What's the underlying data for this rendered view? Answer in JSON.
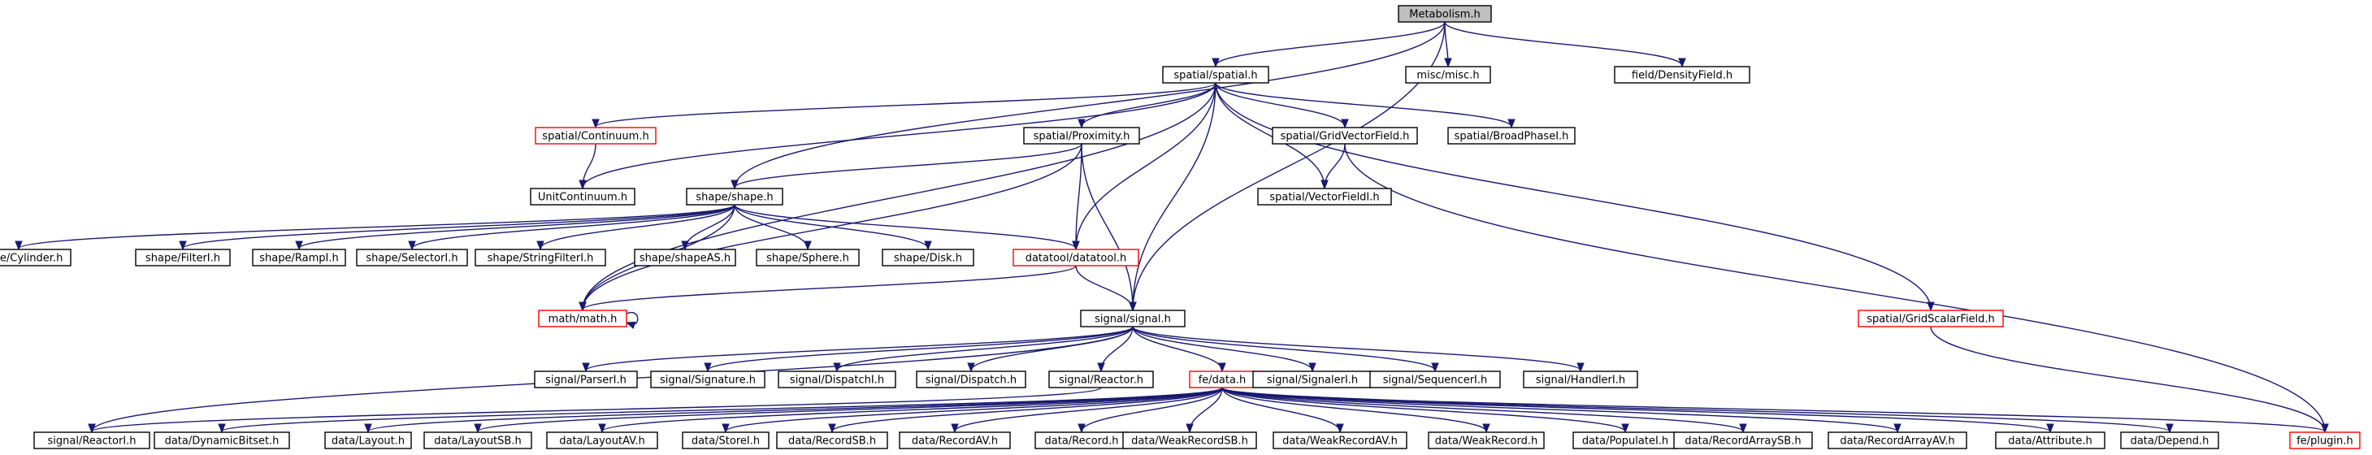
{
  "graph_title": "Metabolism.h",
  "colors": {
    "edge": "#191970",
    "normal_border": "#000000",
    "red_border": "#ff0000",
    "root_fill": "#bfbfbf"
  },
  "nodes": [
    {
      "id": "metabolism",
      "label": "Metabolism.h",
      "style": "root"
    },
    {
      "id": "spatial",
      "label": "spatial/spatial.h",
      "style": "normal"
    },
    {
      "id": "misc",
      "label": "misc/misc.h",
      "style": "normal"
    },
    {
      "id": "densityfield",
      "label": "field/DensityField.h",
      "style": "normal"
    },
    {
      "id": "continuum",
      "label": "spatial/Continuum.h",
      "style": "red"
    },
    {
      "id": "proximity",
      "label": "spatial/Proximity.h",
      "style": "normal"
    },
    {
      "id": "gridvector",
      "label": "spatial/GridVectorField.h",
      "style": "normal"
    },
    {
      "id": "broadphase",
      "label": "spatial/BroadPhaseI.h",
      "style": "normal"
    },
    {
      "id": "unitcontinuum",
      "label": "UnitContinuum.h",
      "style": "normal"
    },
    {
      "id": "shape",
      "label": "shape/shape.h",
      "style": "normal"
    },
    {
      "id": "vectorfieldi",
      "label": "spatial/VectorFieldI.h",
      "style": "normal"
    },
    {
      "id": "cylinder",
      "label": "shape/Cylinder.h",
      "style": "normal"
    },
    {
      "id": "filteri",
      "label": "shape/FilterI.h",
      "style": "normal"
    },
    {
      "id": "rampi",
      "label": "shape/RampI.h",
      "style": "normal"
    },
    {
      "id": "selectori",
      "label": "shape/SelectorI.h",
      "style": "normal"
    },
    {
      "id": "stringfilteri",
      "label": "shape/StringFilterI.h",
      "style": "normal"
    },
    {
      "id": "shapeas",
      "label": "shape/shapeAS.h",
      "style": "normal"
    },
    {
      "id": "sphere",
      "label": "shape/Sphere.h",
      "style": "normal"
    },
    {
      "id": "disk",
      "label": "shape/Disk.h",
      "style": "normal"
    },
    {
      "id": "datatool",
      "label": "datatool/datatool.h",
      "style": "red"
    },
    {
      "id": "gridscalar",
      "label": "spatial/GridScalarField.h",
      "style": "red"
    },
    {
      "id": "math",
      "label": "math/math.h",
      "style": "red"
    },
    {
      "id": "signal",
      "label": "signal/signal.h",
      "style": "normal"
    },
    {
      "id": "parseri",
      "label": "signal/ParserI.h",
      "style": "normal"
    },
    {
      "id": "signature",
      "label": "signal/Signature.h",
      "style": "normal"
    },
    {
      "id": "dispatchi",
      "label": "signal/DispatchI.h",
      "style": "normal"
    },
    {
      "id": "dispatch",
      "label": "signal/Dispatch.h",
      "style": "normal"
    },
    {
      "id": "reactor",
      "label": "signal/Reactor.h",
      "style": "normal"
    },
    {
      "id": "fedata",
      "label": "fe/data.h",
      "style": "red"
    },
    {
      "id": "signaleri",
      "label": "signal/SignalerI.h",
      "style": "normal"
    },
    {
      "id": "sequenceri",
      "label": "signal/SequencerI.h",
      "style": "normal"
    },
    {
      "id": "handleri",
      "label": "signal/HandlerI.h",
      "style": "normal"
    },
    {
      "id": "reactori",
      "label": "signal/ReactorI.h",
      "style": "normal"
    },
    {
      "id": "dynamicbitset",
      "label": "data/DynamicBitset.h",
      "style": "normal"
    },
    {
      "id": "layout",
      "label": "data/Layout.h",
      "style": "normal"
    },
    {
      "id": "layoutsb",
      "label": "data/LayoutSB.h",
      "style": "normal"
    },
    {
      "id": "layoutav",
      "label": "data/LayoutAV.h",
      "style": "normal"
    },
    {
      "id": "storei",
      "label": "data/StoreI.h",
      "style": "normal"
    },
    {
      "id": "recordsb",
      "label": "data/RecordSB.h",
      "style": "normal"
    },
    {
      "id": "recordav",
      "label": "data/RecordAV.h",
      "style": "normal"
    },
    {
      "id": "record",
      "label": "data/Record.h",
      "style": "normal"
    },
    {
      "id": "weakrecordsb",
      "label": "data/WeakRecordSB.h",
      "style": "normal"
    },
    {
      "id": "weakrecordav",
      "label": "data/WeakRecordAV.h",
      "style": "normal"
    },
    {
      "id": "weakrecord",
      "label": "data/WeakRecord.h",
      "style": "normal"
    },
    {
      "id": "populatei",
      "label": "data/PopulateI.h",
      "style": "normal"
    },
    {
      "id": "recordarraysb",
      "label": "data/RecordArraySB.h",
      "style": "normal"
    },
    {
      "id": "recordarrayav",
      "label": "data/RecordArrayAV.h",
      "style": "normal"
    },
    {
      "id": "attribute",
      "label": "data/Attribute.h",
      "style": "normal"
    },
    {
      "id": "depend",
      "label": "data/Depend.h",
      "style": "normal"
    },
    {
      "id": "plugin",
      "label": "fe/plugin.h",
      "style": "red"
    }
  ],
  "edges": [
    [
      "metabolism",
      "spatial"
    ],
    [
      "metabolism",
      "misc"
    ],
    [
      "metabolism",
      "densityfield"
    ],
    [
      "metabolism",
      "shape"
    ],
    [
      "metabolism",
      "signal"
    ],
    [
      "spatial",
      "continuum"
    ],
    [
      "spatial",
      "proximity"
    ],
    [
      "spatial",
      "gridvector"
    ],
    [
      "spatial",
      "broadphase"
    ],
    [
      "spatial",
      "unitcontinuum"
    ],
    [
      "spatial",
      "vectorfieldi"
    ],
    [
      "spatial",
      "datatool"
    ],
    [
      "spatial",
      "gridscalar"
    ],
    [
      "spatial",
      "math"
    ],
    [
      "spatial",
      "signal"
    ],
    [
      "continuum",
      "unitcontinuum"
    ],
    [
      "proximity",
      "shape"
    ],
    [
      "proximity",
      "datatool"
    ],
    [
      "proximity",
      "math"
    ],
    [
      "proximity",
      "signal"
    ],
    [
      "gridvector",
      "vectorfieldi"
    ],
    [
      "gridvector",
      "plugin"
    ],
    [
      "shape",
      "cylinder"
    ],
    [
      "shape",
      "filteri"
    ],
    [
      "shape",
      "rampi"
    ],
    [
      "shape",
      "selectori"
    ],
    [
      "shape",
      "stringfilteri"
    ],
    [
      "shape",
      "shapeas"
    ],
    [
      "shape",
      "sphere"
    ],
    [
      "shape",
      "disk"
    ],
    [
      "shape",
      "datatool"
    ],
    [
      "shape",
      "math"
    ],
    [
      "datatool",
      "math"
    ],
    [
      "datatool",
      "signal"
    ],
    [
      "math",
      "math"
    ],
    [
      "gridscalar",
      "plugin"
    ],
    [
      "signal",
      "parseri"
    ],
    [
      "signal",
      "signature"
    ],
    [
      "signal",
      "dispatchi"
    ],
    [
      "signal",
      "dispatch"
    ],
    [
      "signal",
      "reactor"
    ],
    [
      "signal",
      "fedata"
    ],
    [
      "signal",
      "signaleri"
    ],
    [
      "signal",
      "sequenceri"
    ],
    [
      "signal",
      "handleri"
    ],
    [
      "signal",
      "reactori"
    ],
    [
      "reactor",
      "reactori"
    ],
    [
      "fedata",
      "dynamicbitset"
    ],
    [
      "fedata",
      "layout"
    ],
    [
      "fedata",
      "layoutsb"
    ],
    [
      "fedata",
      "layoutav"
    ],
    [
      "fedata",
      "storei"
    ],
    [
      "fedata",
      "recordsb"
    ],
    [
      "fedata",
      "recordav"
    ],
    [
      "fedata",
      "record"
    ],
    [
      "fedata",
      "weakrecordsb"
    ],
    [
      "fedata",
      "weakrecordav"
    ],
    [
      "fedata",
      "weakrecord"
    ],
    [
      "fedata",
      "populatei"
    ],
    [
      "fedata",
      "recordarraysb"
    ],
    [
      "fedata",
      "recordarrayav"
    ],
    [
      "fedata",
      "attribute"
    ],
    [
      "fedata",
      "depend"
    ],
    [
      "fedata",
      "plugin"
    ]
  ]
}
